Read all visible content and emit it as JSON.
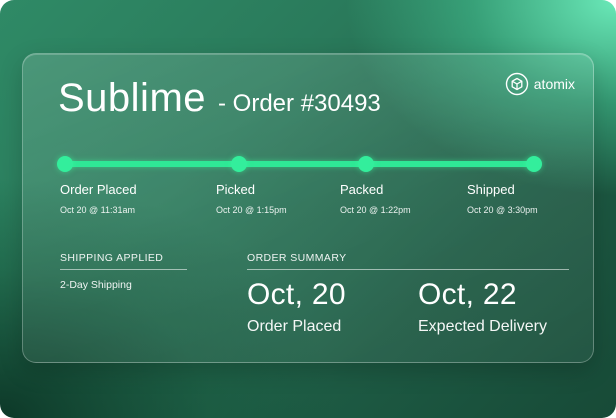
{
  "header": {
    "brand": "Sublime",
    "order": "- Order #30493"
  },
  "logo": {
    "icon": "atomix-cube-icon",
    "text": "atomix"
  },
  "progress": {
    "color": "#2fe896",
    "completed_steps": 4,
    "total_steps": 4
  },
  "steps": [
    {
      "label": "Order Placed",
      "time": "Oct 20 @ 11:31am"
    },
    {
      "label": "Picked",
      "time": "Oct 20 @ 1:15pm"
    },
    {
      "label": "Packed",
      "time": "Oct 20 @ 1:22pm"
    },
    {
      "label": "Shipped",
      "time": "Oct 20 @ 3:30pm"
    }
  ],
  "shipping": {
    "heading": "SHIPPING APPLIED",
    "value": "2-Day Shipping"
  },
  "summary": {
    "heading": "ORDER SUMMARY",
    "items": [
      {
        "date": "Oct, 20",
        "label": "Order Placed"
      },
      {
        "date": "Oct, 22",
        "label": "Expected Delivery"
      }
    ]
  }
}
